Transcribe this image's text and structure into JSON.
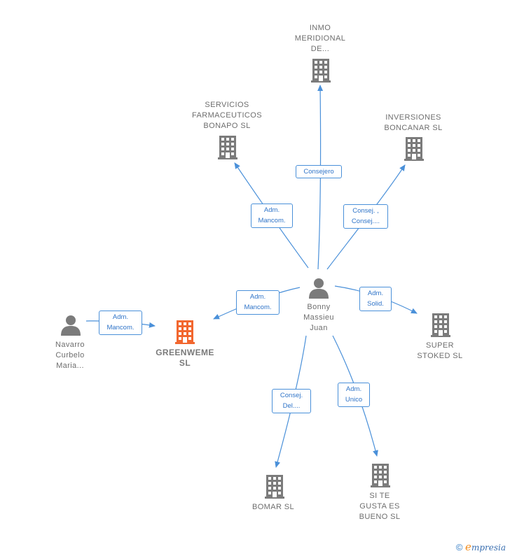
{
  "colors": {
    "edge": "#4a90d9",
    "company_icon": "#7b7b7b",
    "focus_company_icon": "#f2672f",
    "person_icon": "#7b7b7b"
  },
  "nodes": {
    "bonny": {
      "label": "Bonny\nMassieu\nJuan",
      "icon": "person-icon"
    },
    "navarro": {
      "label": "Navarro\nCurbelo\nMaria...",
      "icon": "person-icon"
    },
    "greenweme": {
      "label": "GREENWEME\nSL",
      "icon": "building-icon"
    },
    "inmo": {
      "label": "INMO\nMERIDIONAL\nDE...",
      "icon": "building-icon"
    },
    "servicios": {
      "label": "SERVICIOS\nFARMACEUTICOS\nBONAPO  SL",
      "icon": "building-icon"
    },
    "inversiones": {
      "label": "INVERSIONES\nBONCANAR  SL",
      "icon": "building-icon"
    },
    "super": {
      "label": "SUPER\nSTOKED  SL",
      "icon": "building-icon"
    },
    "bomar": {
      "label": "BOMAR SL",
      "icon": "building-icon"
    },
    "site": {
      "label": "SI TE\nGUSTA ES\nBUENO  SL",
      "icon": "building-icon"
    }
  },
  "edges": {
    "consejero": "Consejero",
    "adm_mancom_servicios": "Adm.\nMancom.",
    "consej_inversiones": "Consej. ,\nConsej....",
    "adm_mancom_greenweme": "Adm.\nMancom.",
    "adm_mancom_navarro": "Adm.\nMancom.",
    "adm_solid": "Adm.\nSolid.",
    "consej_del": "Consej.\nDel....",
    "adm_unico": "Adm.\nUnico"
  },
  "footer": {
    "copyright": "©",
    "brand_initial": "e",
    "brand_rest": "mpresia"
  }
}
